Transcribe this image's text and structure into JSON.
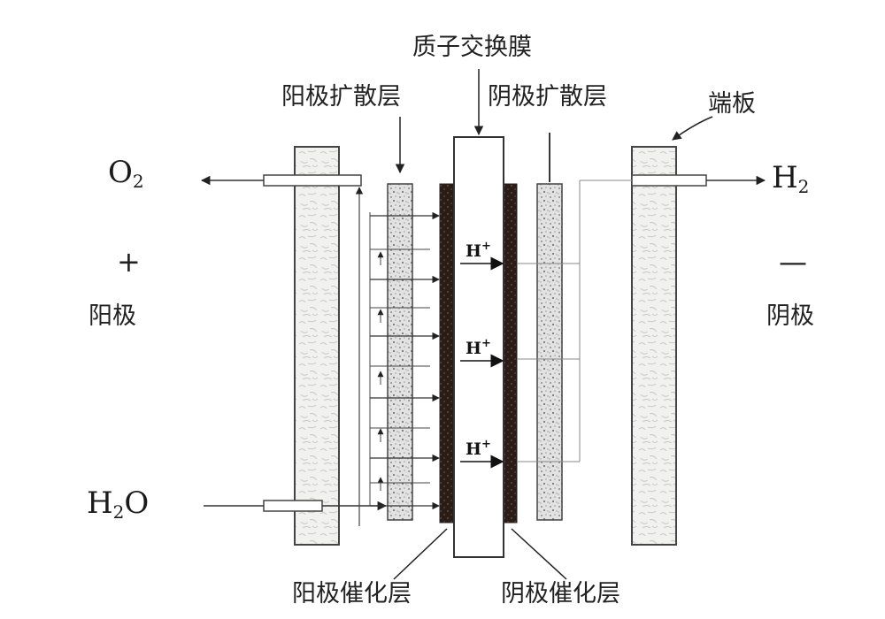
{
  "labels": {
    "membrane": "质子交换膜",
    "anode_diffusion_layer": "阳极扩散层",
    "cathode_diffusion_layer": "阴极扩散层",
    "end_plate": "端板",
    "anode": "阳极",
    "cathode": "阴极",
    "anode_catalyst_layer": "阳极催化层",
    "cathode_catalyst_layer": "阴极催化层",
    "anode_sign": "+",
    "cathode_sign": "—"
  },
  "chemicals": {
    "o2_base": "O",
    "o2_sub": "2",
    "h2_base": "H",
    "h2_sub": "2",
    "h2o_base": "H",
    "h2o_sub": "2",
    "h2o_tail": "O"
  },
  "ions": [
    {
      "base": "H",
      "charge": "+"
    },
    {
      "base": "H",
      "charge": "+"
    },
    {
      "base": "H",
      "charge": "+"
    }
  ],
  "colors": {
    "line": "#333333",
    "catalyst": "#3b2a22",
    "plate_fill": "#f0f0ee",
    "diffusion_fill": "#dcdcdc"
  }
}
